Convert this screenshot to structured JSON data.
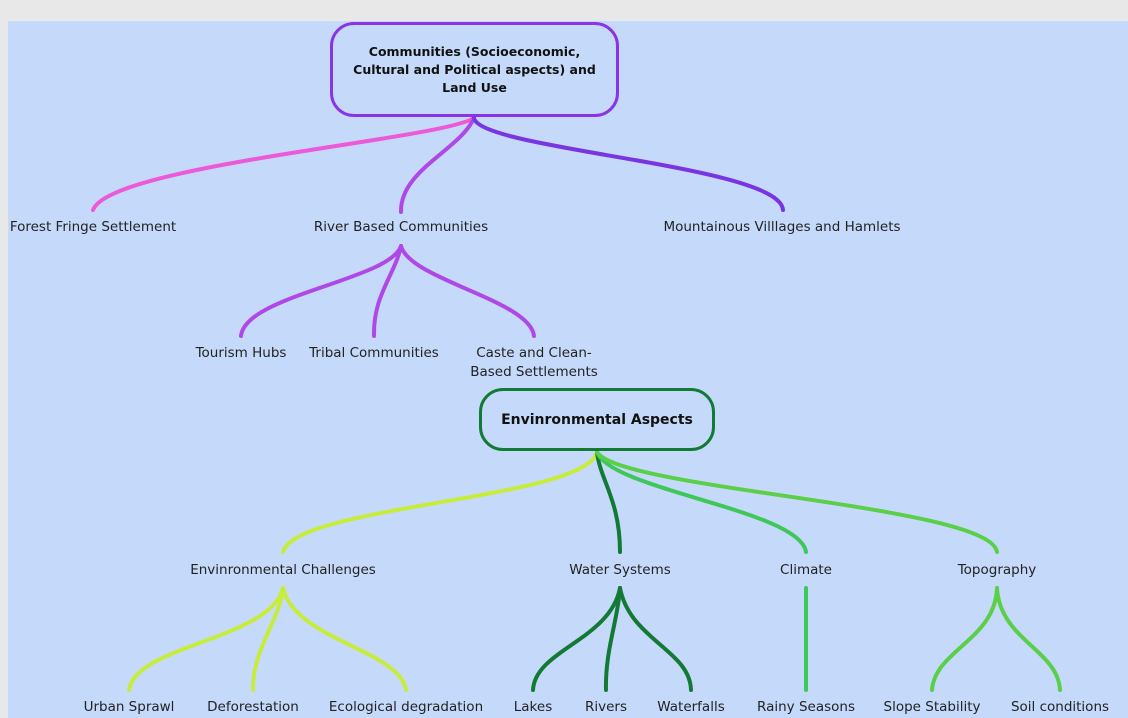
{
  "root": {
    "label": "Communities (Socioeconomic, Cultural and Political aspects) and Land Use",
    "color": "#8a34e6"
  },
  "communities": {
    "forest": "Forest Fringe Settlement",
    "river": "River Based Communities",
    "mountain": "Mountainous Villlages and Hamlets"
  },
  "river_children": {
    "tourism": "Tourism Hubs",
    "tribal": "Tribal Communities",
    "caste": "Caste and Clean-Based Settlements"
  },
  "environment": {
    "label": "Envinronmental Aspects",
    "color": "#137a36"
  },
  "env_topics": {
    "challenges": "Envinronmental Challenges",
    "water": "Water Systems",
    "climate": "Climate",
    "topography": "Topography"
  },
  "challenge_children": {
    "urban": "Urban Sprawl",
    "deforestation": "Deforestation",
    "degradation": "Ecological degradation"
  },
  "water_children": {
    "lakes": "Lakes",
    "rivers": "Rivers",
    "waterfalls": "Waterfalls"
  },
  "climate_children": {
    "rainy": "Rainy Seasons"
  },
  "topography_children": {
    "slope": "Slope Stability",
    "soil": "Soil conditions"
  },
  "colors": {
    "background": "#c5dafa",
    "pink_branch": "#ec5ad9",
    "purple_branch": "#7a35e2",
    "violet_branch": "#b048e8",
    "lime_branch": "#c8ec3c",
    "dark_green_branch": "#137a36",
    "green_branch": "#3fc75a",
    "mid_green_branch": "#5ccf4a"
  }
}
